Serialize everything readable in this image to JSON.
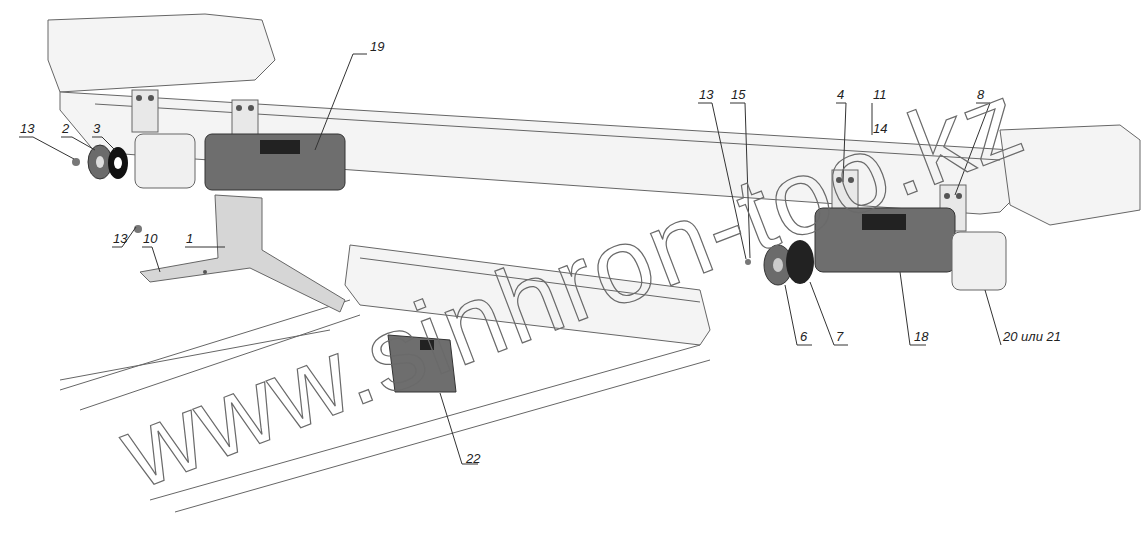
{
  "diagram": {
    "labels": [
      "19",
      "13",
      "2",
      "3",
      "13",
      "15",
      "4",
      "11",
      "14",
      "8",
      "13",
      "10",
      "1",
      "6",
      "7",
      "18",
      "20 или 21",
      "22",
      "www.sinhron-too.kz"
    ]
  }
}
